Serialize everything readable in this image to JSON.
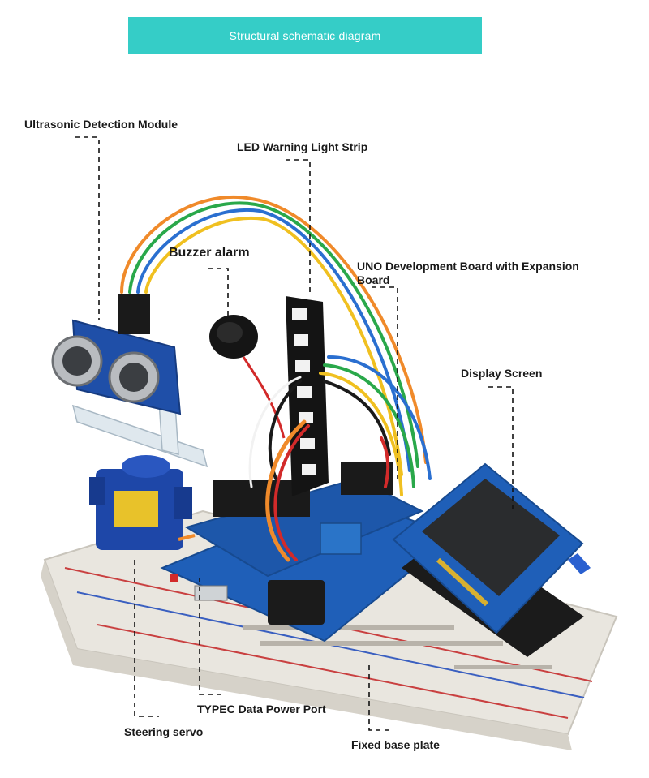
{
  "header": {
    "title": "Structural schematic diagram"
  },
  "labels": {
    "ultrasonic": "Ultrasonic Detection Module",
    "led_strip": "LED Warning Light Strip",
    "buzzer": "Buzzer alarm",
    "uno_board": "UNO Development Board with Expansion Board",
    "display": "Display Screen",
    "typec": "TYPEC Data Power Port",
    "servo": "Steering servo",
    "base": "Fixed base plate"
  },
  "colors": {
    "banner": "#35cdc7",
    "board_blue": "#1f5fb8",
    "breadboard": "#efece6",
    "servo_blue": "#1e47a8",
    "wire_orange": "#f08a2a",
    "wire_green": "#2aa84a",
    "wire_blue": "#2a6fd0",
    "wire_yellow": "#f0c020",
    "wire_red": "#d22a2a"
  }
}
